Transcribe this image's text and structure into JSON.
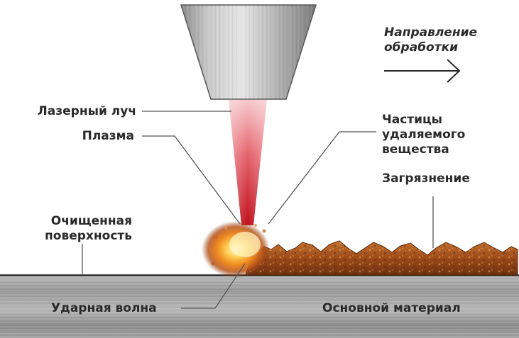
{
  "direction_label": "Направление\nобработки",
  "labels": {
    "laser_beam": "Лазерный луч",
    "plasma": "Плазма",
    "removed_particles": "Частицы\nудаляемого\nвещества",
    "contamination": "Загрязнение",
    "cleaned_surface": "Очищенная\nповерхность",
    "shock_wave": "Ударная волна",
    "base_material": "Основной материал"
  },
  "colors": {
    "text": "#2a2a2a",
    "leader_line": "#555555",
    "laser_core": "#c4121f",
    "laser_edge": "#f2b8bc",
    "rust": "#a9541e",
    "metal": "#9a9a9a"
  }
}
